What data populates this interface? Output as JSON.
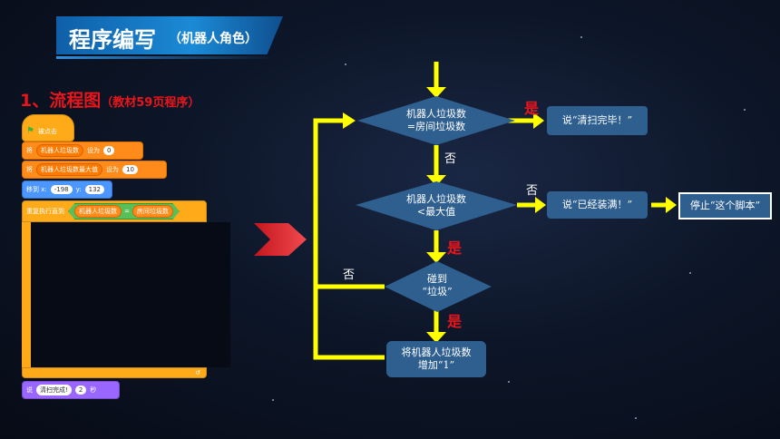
{
  "header": {
    "title_main": "程序编写",
    "title_sub": "（机器人角色）"
  },
  "section": {
    "number_title": "1、流程图",
    "note": "（教材59页程序）"
  },
  "scratch": {
    "hat": {
      "label": "被点击"
    },
    "set1": {
      "prefix": "将",
      "var": "机器人垃圾数",
      "mid": "设为",
      "value": "0"
    },
    "set2": {
      "prefix": "将",
      "var": "机器人垃圾数最大值",
      "mid": "设为",
      "value": "10"
    },
    "move": {
      "label": "移到 x:",
      "x": "-198",
      "ylabel": "y:",
      "y": "132"
    },
    "repeat": {
      "label": "重复执行直到",
      "left": "机器人垃圾数",
      "op": "=",
      "right": "房间垃圾数"
    },
    "say": {
      "label": "说",
      "text": "清扫完成!",
      "secs": "2",
      "unit": "秒"
    }
  },
  "flowchart": {
    "d1": "机器人垃圾数\n=房间垃圾数",
    "d2": "机器人垃圾数\n<最大值",
    "d3": "碰到\n“垃圾”",
    "r_done": "说“清扫完毕！”",
    "r_full": "说“已经装满！”",
    "r_stop": "停止“这个脚本”",
    "r_inc": "将机器人垃圾数\n增加“1”",
    "yes": "是",
    "no": "否"
  },
  "colors": {
    "arrow": "#ffff00",
    "node": "#2e5f8e",
    "accent_red": "#e8161b"
  }
}
